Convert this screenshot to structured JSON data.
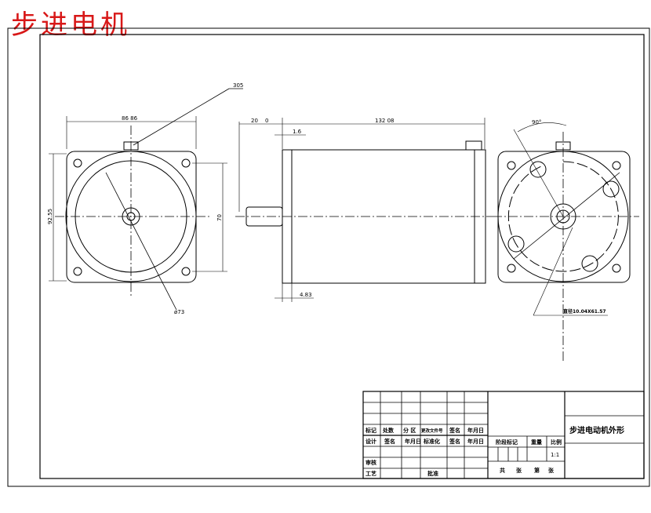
{
  "title": "步进电机",
  "dimensions": {
    "front_width": "86  86",
    "front_height": "92.55",
    "bolt_spacing": "70",
    "diameter": "ø73",
    "connector": "305",
    "shaft_length": "20",
    "shaft_tol": "0",
    "body_length": "132  08",
    "flange_thickness": "1.6",
    "rear_thickness": "4.83",
    "angle": "90°",
    "hole_note": "直径10.04X61.57"
  },
  "title_block": {
    "drawing_title": "步进电动机外形",
    "mark": "标记",
    "count": "处数",
    "zone": "分 区",
    "change_doc": "更改文件号",
    "signature": "签名",
    "date": "年月日",
    "design": "设计",
    "signature2": "签名",
    "date2": "年月日",
    "standardization": "标准化",
    "signature3": "签名",
    "date3": "年月日",
    "stage_mark": "阶段标记",
    "weight": "重量",
    "scale": "比例",
    "scale_value": "1:1",
    "review": "审核",
    "process": "工艺",
    "approve": "批准",
    "total": "共",
    "sheets": "张",
    "sheet_no": "第",
    "sheets2": "张"
  }
}
